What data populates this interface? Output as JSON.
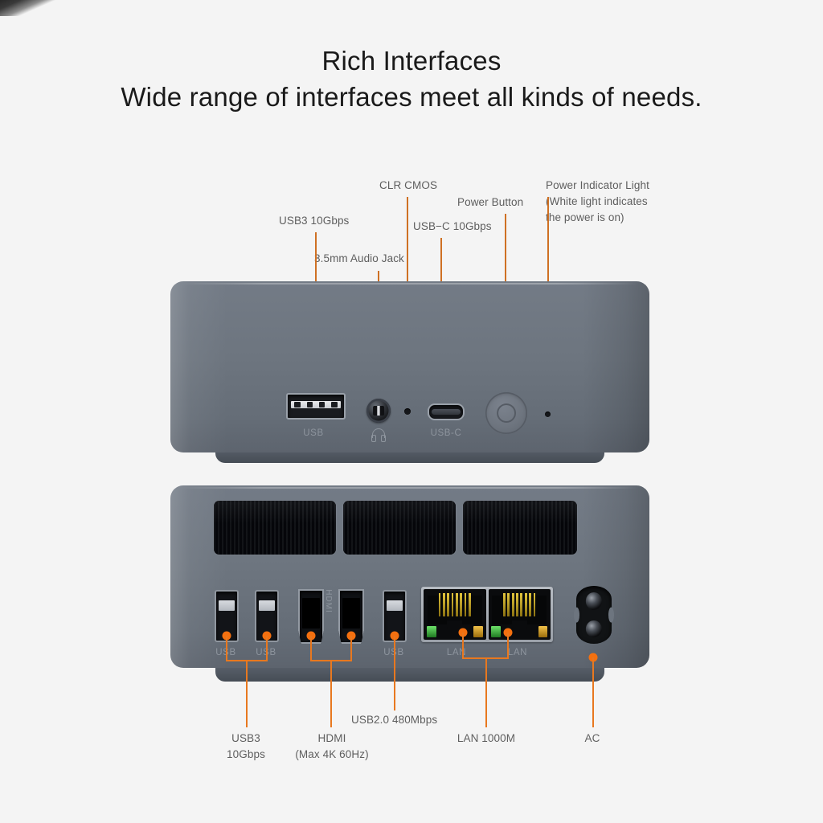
{
  "page": {
    "background_color": "#f4f4f4",
    "accent_color": "#f4700f",
    "leader_line_color": "#cf7023",
    "device_body_color": "#6d757f"
  },
  "heading": {
    "title": "Rich Interfaces",
    "subtitle": "Wide range of interfaces meet all kinds of needs."
  },
  "front_panel": {
    "callouts": [
      {
        "id": "usb3-front",
        "text": "USB3 10Gbps"
      },
      {
        "id": "audio-jack",
        "text": "3.5mm Audio Jack"
      },
      {
        "id": "clr-cmos",
        "text": "CLR CMOS"
      },
      {
        "id": "usb-c",
        "text": "USB−C 10Gbps"
      },
      {
        "id": "power-button",
        "text": "Power Button"
      },
      {
        "id": "power-led",
        "text": "Power Indicator Light\n(White light indicates\nthe power is on)"
      }
    ],
    "port_labels": {
      "usb": "USB",
      "audio": "headphone-glyph",
      "usb_c": "USB-C"
    }
  },
  "rear_panel": {
    "callouts": [
      {
        "id": "usb3-rear",
        "text": "USB3\n10Gbps"
      },
      {
        "id": "hdmi",
        "text": "HDMI\n(Max 4K 60Hz)"
      },
      {
        "id": "usb2",
        "text": "USB2.0 480Mbps"
      },
      {
        "id": "lan",
        "text": "LAN 1000M"
      },
      {
        "id": "ac",
        "text": "AC"
      }
    ],
    "port_labels": {
      "usb_1": "USB",
      "usb_2": "USB",
      "usb_3": "USB",
      "hdmi_text": "HDMI",
      "lan_1": "LAN",
      "lan_2": "LAN"
    }
  }
}
